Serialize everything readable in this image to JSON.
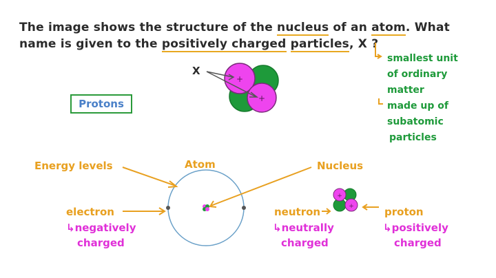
{
  "question": {
    "line1": [
      "The image shows the structure of the ",
      "nucleus",
      " of an ",
      "atom",
      ". What"
    ],
    "line2": [
      "name is given to the ",
      "positively charged",
      " ",
      "particles",
      ", X ?"
    ]
  },
  "atom_note": {
    "lines": [
      "smallest unit",
      "of ordinary",
      "matter",
      "made up of",
      "subatomic",
      "particles"
    ]
  },
  "diagram_label_x": "X",
  "answer": "Protons",
  "atom_diagram": {
    "energy_levels": "Energy levels",
    "atom": "Atom",
    "nucleus": "Nucleus",
    "electron": "electron",
    "electron_charge": [
      "negatively",
      "charged"
    ],
    "neutron": "neutron",
    "neutron_charge": [
      "neutrally",
      "charged"
    ],
    "proton": "proton",
    "proton_charge": [
      "positively",
      "charged"
    ]
  },
  "colors": {
    "proton": "#ee44ee",
    "neutron": "#1e9a3a",
    "orange": "#e8a020",
    "magenta": "#e030d8",
    "orbit": "#6aa0c8"
  }
}
